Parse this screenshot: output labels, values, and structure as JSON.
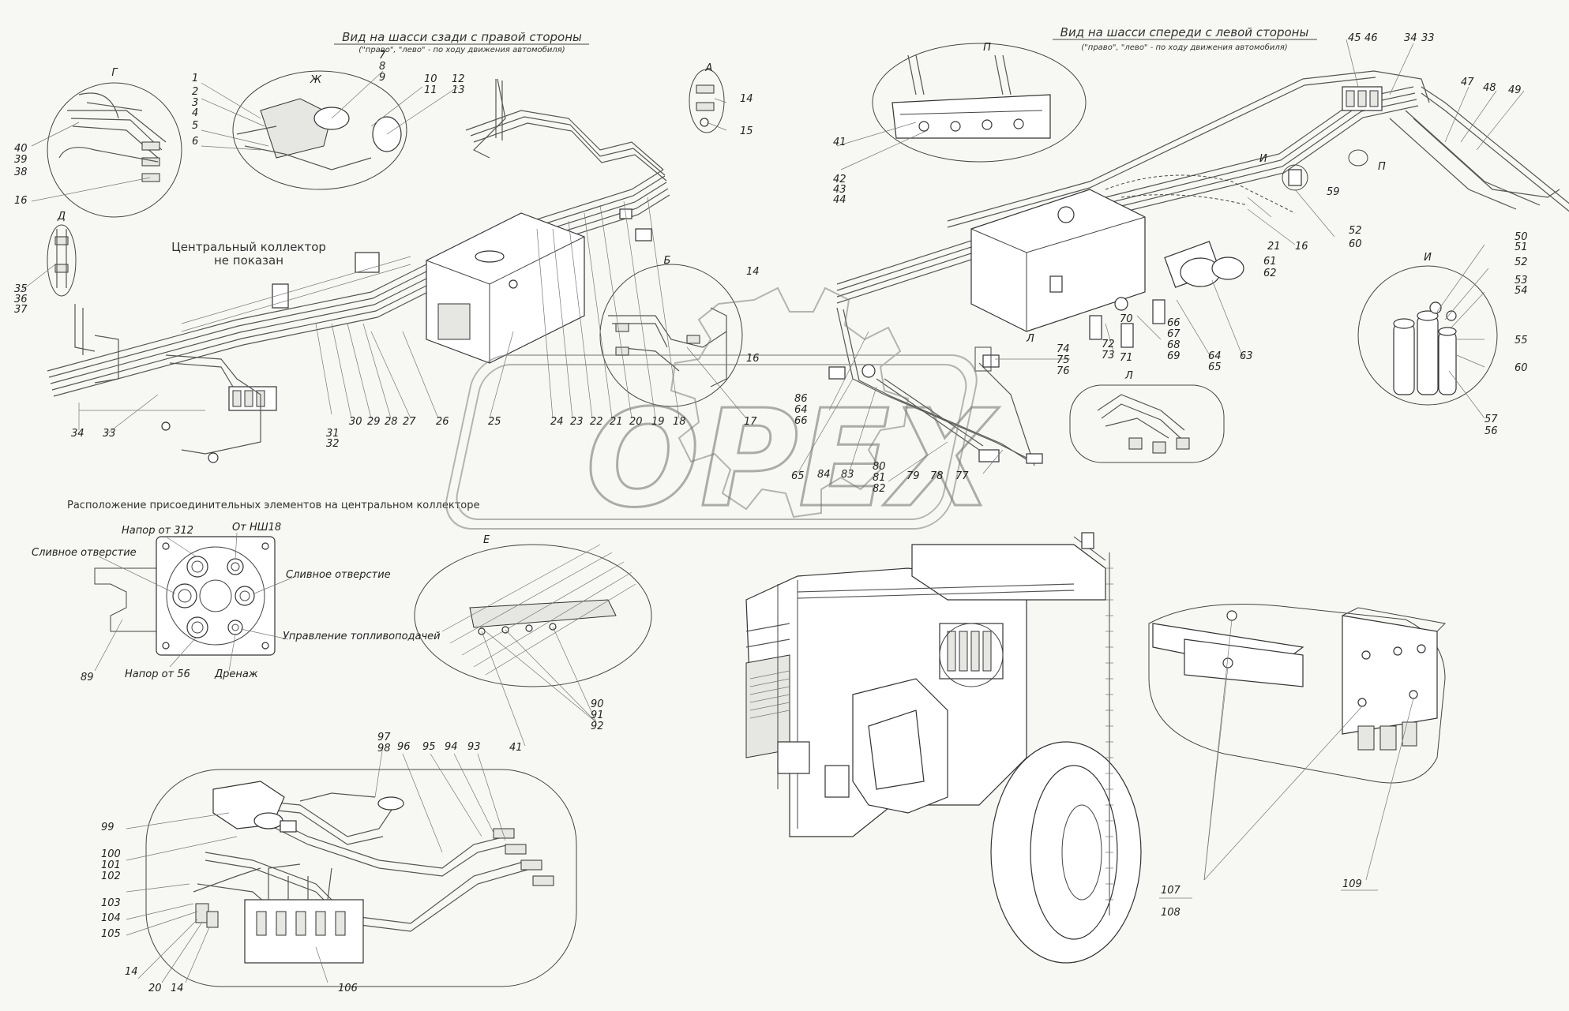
{
  "views": {
    "rear": {
      "title": "Вид на шасси сзади с правой стороны",
      "subtitle": "(\"право\", \"лево\" - по ходу движения автомобиля)"
    },
    "front": {
      "title": "Вид на шасси спереди с левой стороны",
      "subtitle": "(\"право\", \"лево\" - по ходу движения автомобиля)"
    }
  },
  "collector_note": {
    "line1": "Центральный коллектор",
    "line2": "не показан"
  },
  "collector_layout": {
    "title": "Расположение присоединительных элементов на центральном коллекторе",
    "labels": {
      "pressure_312": "Напор от 312",
      "from_nsh": "От НШ18",
      "drain_left": "Сливное отверстие",
      "drain_right": "Сливное отверстие",
      "fuel_control": "Управление топливоподачей",
      "pressure_56": "Напор от 56",
      "drainage": "Дренаж"
    }
  },
  "view_letters": {
    "G": "Г",
    "D": "Д",
    "Zh": "Ж",
    "A": "А",
    "B": "Б",
    "E": "Е",
    "P": "П",
    "I": "И",
    "L": "Л"
  },
  "watermark": "OPEX",
  "callouts": {
    "c1": "1",
    "c2": "2",
    "c3": "3",
    "c4": "4",
    "c5": "5",
    "c6": "6",
    "c7": "7",
    "c8": "8",
    "c9": "9",
    "c10": "10",
    "c11": "11",
    "c12": "12",
    "c13": "13",
    "c14a": "14",
    "c15": "15",
    "c14b": "14",
    "c16a": "16",
    "c16b": "16",
    "c40": "40",
    "c39": "39",
    "c38": "38",
    "c16": "16",
    "c35": "35",
    "c36": "36",
    "c37": "37",
    "c34": "34",
    "c33": "33",
    "c31": "31",
    "c32": "32",
    "c30": "30",
    "c29": "29",
    "c28": "28",
    "c27": "27",
    "c26": "26",
    "c25": "25",
    "c24": "24",
    "c23": "23",
    "c22": "22",
    "c21": "21",
    "c20": "20",
    "c19": "19",
    "c18": "18",
    "c17": "17",
    "c41a": "41",
    "c42": "42",
    "c43": "43",
    "c44": "44",
    "c45": "45",
    "c46": "46",
    "c34b": "34",
    "c33b": "33",
    "c47": "47",
    "c48": "48",
    "c49": "49",
    "c59": "59",
    "c52a": "52",
    "c60a": "60",
    "c21b": "21",
    "c16c": "16",
    "c61": "61",
    "c62": "62",
    "c63": "63",
    "c64": "64",
    "c65": "65",
    "c66": "66",
    "c67": "67",
    "c68": "68",
    "c69": "69",
    "c70": "70",
    "c71": "71",
    "c72": "72",
    "c73": "73",
    "c74": "74",
    "c75": "75",
    "c76": "76",
    "c86": "86",
    "c64b": "64",
    "c66b": "66",
    "c65b": "65",
    "c84": "84",
    "c83": "83",
    "c80": "80",
    "c81": "81",
    "c82": "82",
    "c79": "79",
    "c78": "78",
    "c77": "77",
    "c50": "50",
    "c51": "51",
    "c52": "52",
    "c53": "53",
    "c54": "54",
    "c55": "55",
    "c60": "60",
    "c57": "57",
    "c56": "56",
    "c89": "89",
    "c90": "90",
    "c91": "91",
    "c92": "92",
    "c41b": "41",
    "c97": "97",
    "c98": "98",
    "c96": "96",
    "c95": "95",
    "c94": "94",
    "c93": "93",
    "c99": "99",
    "c100": "100",
    "c101": "101",
    "c102": "102",
    "c103": "103",
    "c104": "104",
    "c105": "105",
    "c14c": "14",
    "c20b": "20",
    "c14d": "14",
    "c106": "106",
    "c107": "107",
    "c108": "108",
    "c109": "109"
  }
}
